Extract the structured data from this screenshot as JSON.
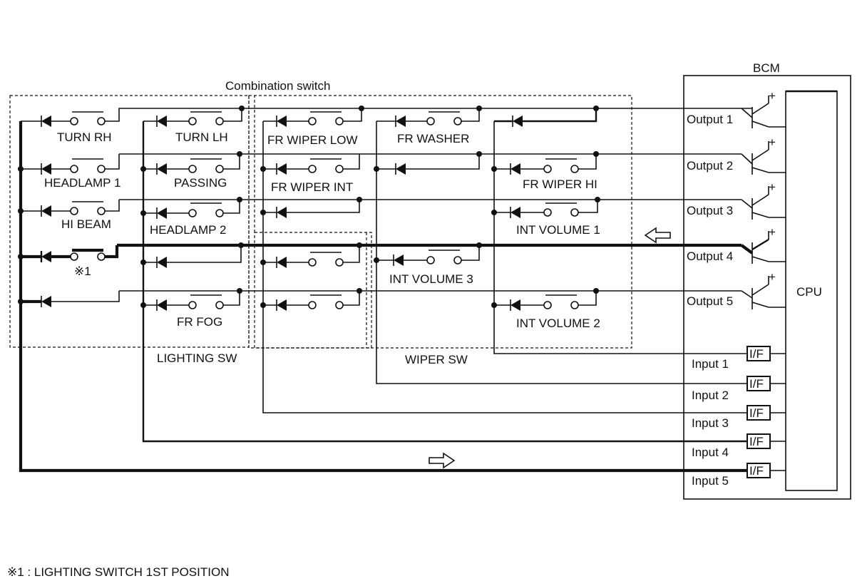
{
  "labels": {
    "combination_switch": "Combination switch",
    "bcm": "BCM",
    "cpu": "CPU",
    "lighting_sw": "LIGHTING SW",
    "wiper_sw": "WIPER SW",
    "footnote": "※1 : LIGHTING SWITCH 1ST POSITION",
    "mark1": "※1"
  },
  "switches": {
    "turn_rh": "TURN RH",
    "turn_lh": "TURN LH",
    "headlamp1": "HEADLAMP 1",
    "passing": "PASSING",
    "hi_beam": "HI BEAM",
    "headlamp2": "HEADLAMP 2",
    "fr_fog": "FR FOG",
    "fr_wiper_low": "FR WIPER LOW",
    "fr_washer": "FR WASHER",
    "fr_wiper_int": "FR WIPER INT",
    "fr_wiper_hi": "FR WIPER HI",
    "int_volume1": "INT VOLUME 1",
    "int_volume3": "INT VOLUME 3",
    "int_volume2": "INT VOLUME 2"
  },
  "outputs": [
    "Output 1",
    "Output 2",
    "Output 3",
    "Output 4",
    "Output 5"
  ],
  "inputs": [
    "Input 1",
    "Input 2",
    "Input 3",
    "Input 4",
    "Input 5"
  ],
  "interface_label": "I/F",
  "plus_sign": "+"
}
